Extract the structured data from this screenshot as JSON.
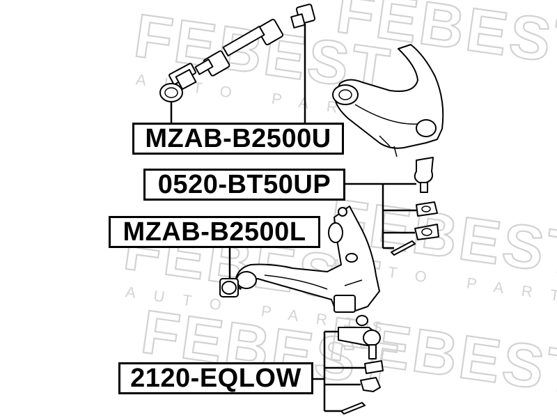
{
  "watermark": {
    "brand": "FEBEST",
    "sub": "AUTO PARTS"
  },
  "labels": {
    "upper_bushing": "MZAB-B2500U",
    "ball_joint": "0520-BT50UP",
    "lower_bushing": "MZAB-B2500L",
    "tie_rod_end": "2120-EQLOW"
  }
}
